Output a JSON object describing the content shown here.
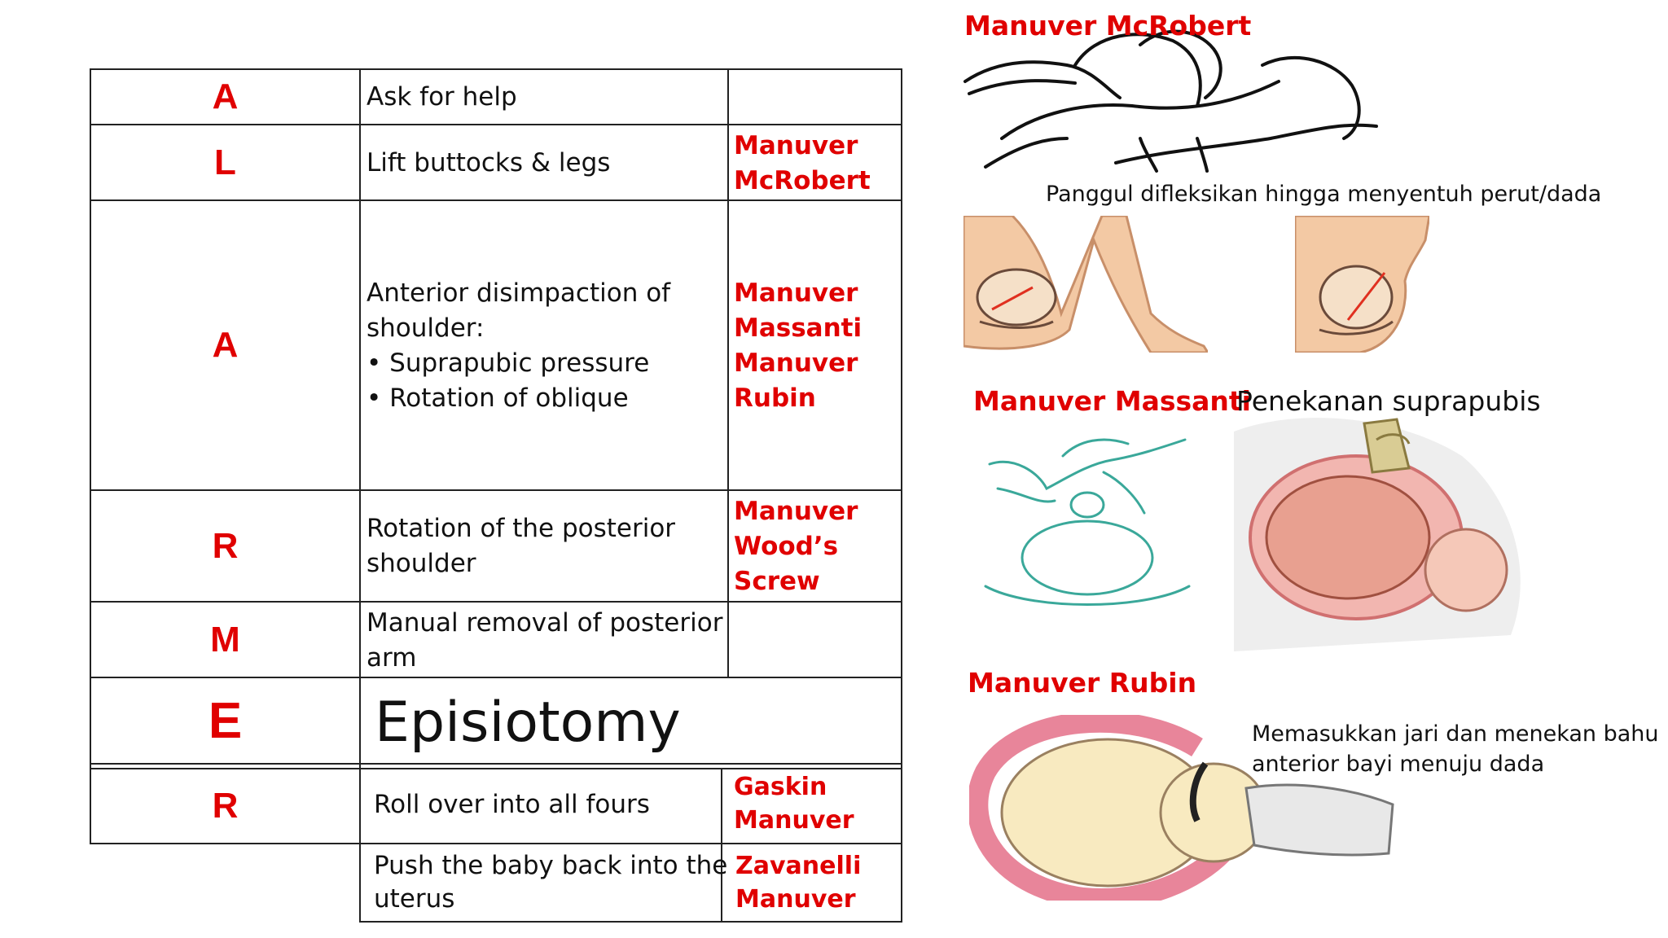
{
  "table": {
    "rows": [
      {
        "letter": "A",
        "text": "Ask for help",
        "maneuver": ""
      },
      {
        "letter": "L",
        "text": "Lift buttocks & legs",
        "maneuver": [
          "Manuver",
          "McRobert"
        ]
      },
      {
        "letter": "A",
        "text": "Anterior disimpaction of shoulder:",
        "bullets": [
          "Suprapubic pressure",
          "Rotation of oblique"
        ],
        "maneuver": [
          "Manuver",
          "Massanti",
          "Manuver",
          "Rubin"
        ]
      },
      {
        "letter": "R",
        "text": [
          "Rotation of the posterior",
          "shoulder"
        ],
        "maneuver": [
          "Manuver",
          "Wood’s",
          "Screw"
        ]
      },
      {
        "letter": "M",
        "text": [
          "Manual removal of posterior",
          "arm"
        ],
        "maneuver": ""
      },
      {
        "letter": "E",
        "text": "Episiotomy"
      },
      {
        "letter": "R",
        "text": "Roll over into all fours",
        "maneuver": [
          "Gaskin",
          "Manuver"
        ]
      },
      {
        "letter": "",
        "text": [
          "Push the baby back into the",
          "uterus"
        ],
        "maneuver": [
          "Zavanelli",
          "Manuver"
        ]
      }
    ]
  },
  "right": {
    "mcrobert_title": "Manuver McRobert",
    "mcrobert_caption": "Panggul difleksikan hingga menyentuh perut/dada",
    "massanti_title": "Manuver Massanti",
    "massanti_caption": "Penekanan suprapubis",
    "rubin_title": "Manuver Rubin",
    "rubin_caption": [
      "Memasukkan jari dan menekan bahu",
      "anterior bayi menuju dada"
    ]
  },
  "colors": {
    "accent_red": "#e00000",
    "skin": "#f3c9a4",
    "uterus": "#e8859a",
    "teal": "#3aa89a"
  }
}
